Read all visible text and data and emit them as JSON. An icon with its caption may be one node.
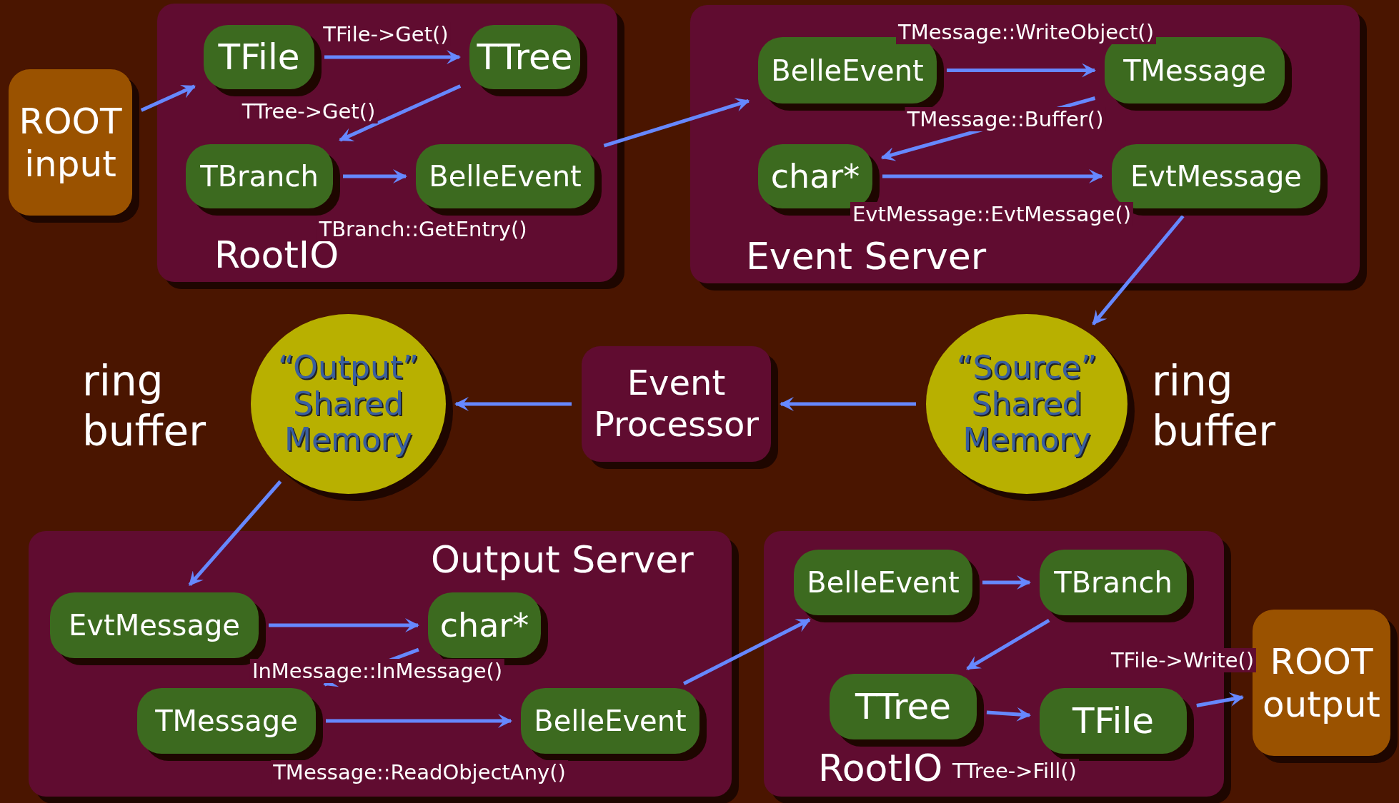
{
  "diagram": {
    "nodes": [
      {
        "text": [
          "RootIO"
        ]
      },
      {
        "text": [
          "TFile"
        ],
        "in": 0
      },
      {
        "text": [
          "TTree"
        ],
        "in": 0
      },
      {
        "text": [
          "TBranch"
        ],
        "in": 0
      },
      {
        "text": [
          "BelleEvent"
        ],
        "in": 0
      },
      {
        "text": [
          "ROOT input"
        ]
      },
      {
        "text": [
          "Event Server"
        ]
      },
      {
        "text": [
          "BelleEvent"
        ],
        "in": 6
      },
      {
        "text": [
          "TMessage"
        ],
        "in": 6
      },
      {
        "text": [
          "char*"
        ],
        "in": 6
      },
      {
        "text": [
          "EvtMessage"
        ],
        "in": 6
      },
      {
        "text": [
          "“Source” Shared Memory"
        ]
      },
      {
        "text": [
          "Event Processor"
        ]
      },
      {
        "text": [
          "“Output” Shared Memory"
        ]
      },
      {
        "text": [
          "Output Server"
        ]
      },
      {
        "text": [
          "EvtMessage"
        ],
        "in": 14
      },
      {
        "text": [
          "char*"
        ],
        "in": 14
      },
      {
        "text": [
          "TMessage"
        ],
        "in": 14
      },
      {
        "text": [
          "BelleEvent"
        ],
        "in": 14
      },
      {
        "text": [
          "RootIO"
        ]
      },
      {
        "text": [
          "BelleEvent"
        ],
        "in": 19
      },
      {
        "text": [
          "TBranch"
        ],
        "in": 19
      },
      {
        "text": [
          "TTree"
        ],
        "in": 19
      },
      {
        "text": [
          "TFile"
        ],
        "in": 19
      },
      {
        "text": [
          "ROOT output"
        ]
      }
    ],
    "edges": [
      {
        "from": 5,
        "to": 1,
        "arrow": "to"
      },
      {
        "from": 1,
        "to": 2,
        "arrow": "to",
        "label": "TFile->Get()"
      },
      {
        "from": 2,
        "to": 3,
        "arrow": "to",
        "label": "TTree->Get()"
      },
      {
        "from": 3,
        "to": 4,
        "arrow": "to",
        "label": "TBranch::GetEntry()"
      },
      {
        "from": 4,
        "to": 7,
        "arrow": "to"
      },
      {
        "from": 7,
        "to": 8,
        "arrow": "to",
        "label": "TMessage::WriteObject()"
      },
      {
        "from": 8,
        "to": 9,
        "arrow": "to",
        "label": "TMessage::Buffer()"
      },
      {
        "from": 9,
        "to": 10,
        "arrow": "to",
        "label": "EvtMessage::EvtMessage()"
      },
      {
        "from": 10,
        "to": 11,
        "arrow": "to"
      },
      {
        "from": 11,
        "to": 12,
        "arrow": "to"
      },
      {
        "from": 12,
        "to": 13,
        "arrow": "to"
      },
      {
        "from": 13,
        "to": 15,
        "arrow": "to"
      },
      {
        "from": 15,
        "to": 16,
        "arrow": "to"
      },
      {
        "from": 16,
        "to": 17,
        "arrow": "to",
        "label": "InMessage::InMessage()"
      },
      {
        "from": 17,
        "to": 18,
        "arrow": "to",
        "label": "TMessage::ReadObjectAny()"
      },
      {
        "from": 18,
        "to": 20,
        "arrow": "to"
      },
      {
        "from": 20,
        "to": 21,
        "arrow": "to"
      },
      {
        "from": 21,
        "to": 22,
        "arrow": "to"
      },
      {
        "from": 22,
        "to": 23,
        "arrow": "to",
        "label": "TTree->Fill()"
      },
      {
        "from": 23,
        "to": 24,
        "arrow": "to",
        "label": "TFile->Write()"
      }
    ],
    "labels": [
      "ring buffer",
      "ring buffer"
    ]
  }
}
